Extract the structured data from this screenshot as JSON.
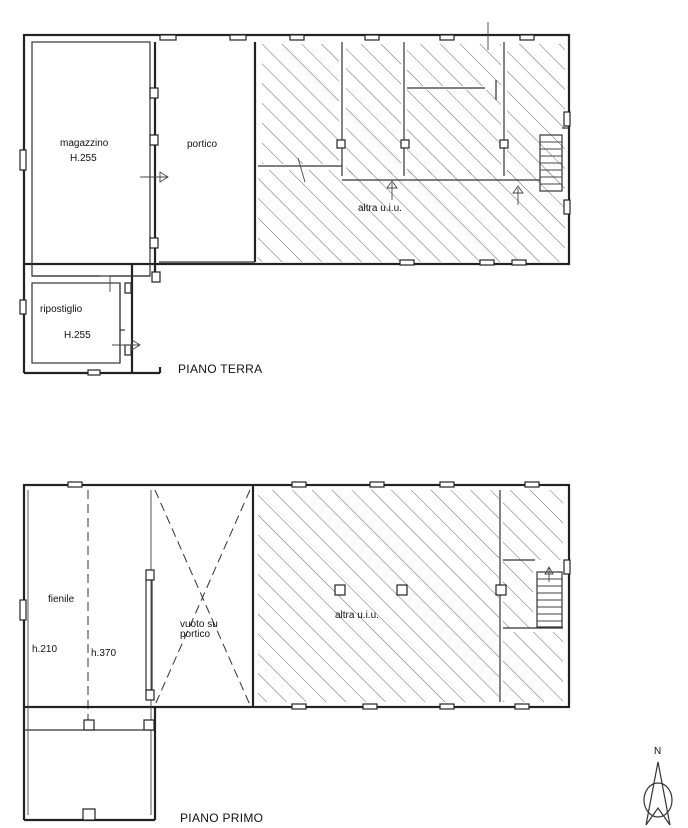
{
  "ground_floor": {
    "title": "PIANO TERRA",
    "rooms": {
      "magazzino": "magazzino",
      "magazzino_height": "H.255",
      "portico": "portico",
      "ripostiglio": "ripostiglio",
      "ripostiglio_height": "H.255",
      "other_unit": "altra u.i.u."
    }
  },
  "first_floor": {
    "title": "PIANO PRIMO",
    "rooms": {
      "fienile": "fienile",
      "height_left": "h.210",
      "height_right": "h.370",
      "void_line1": "vuoto su",
      "void_line2": "portico",
      "other_unit": "altra u.i.u."
    }
  },
  "north_arrow": {
    "label": "N"
  }
}
